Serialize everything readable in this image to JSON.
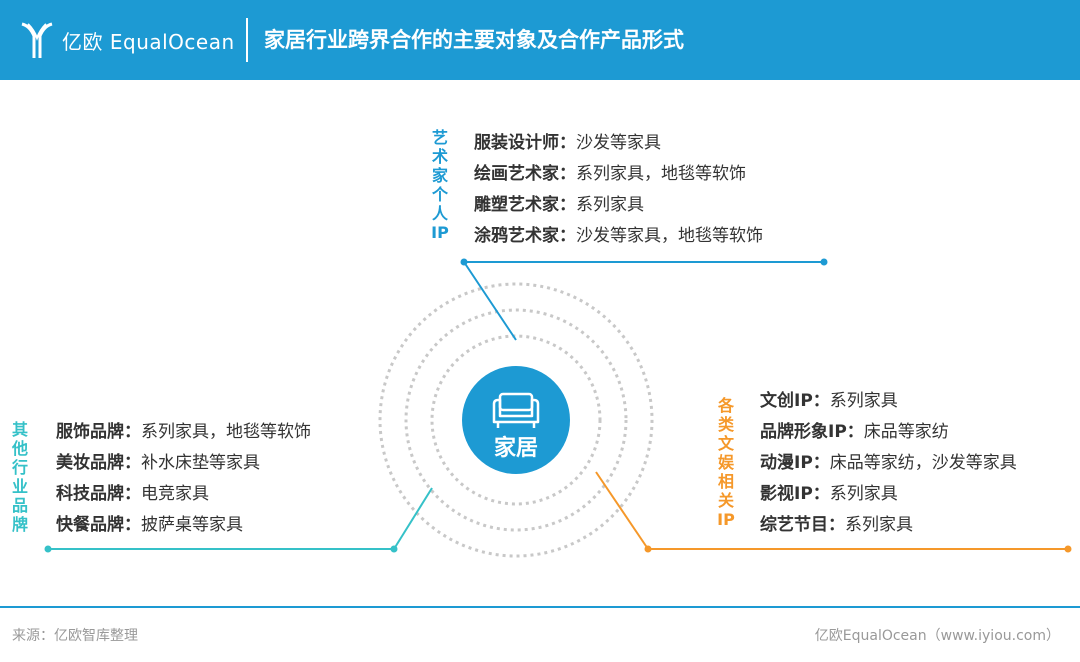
{
  "header": {
    "logo_text": "亿欧 EqualOcean",
    "title": "家居行业跨界合作的主要对象及合作产品形式"
  },
  "center": {
    "label": "家居"
  },
  "groups": {
    "artist": {
      "label": "艺术家个人IP",
      "items": [
        {
          "key": "服装设计师：",
          "value": "沙发等家具"
        },
        {
          "key": "绘画艺术家：",
          "value": "系列家具，地毯等软饰"
        },
        {
          "key": "雕塑艺术家：",
          "value": "系列家具"
        },
        {
          "key": "涂鸦艺术家：",
          "value": "沙发等家具，地毯等软饰"
        }
      ]
    },
    "industry": {
      "label": "其他行业品牌",
      "items": [
        {
          "key": "服饰品牌：",
          "value": "系列家具，地毯等软饰"
        },
        {
          "key": "美妆品牌：",
          "value": "补水床垫等家具"
        },
        {
          "key": "科技品牌：",
          "value": "电竞家具"
        },
        {
          "key": "快餐品牌：",
          "value": "披萨桌等家具"
        }
      ]
    },
    "entertainment": {
      "label": "各类文娱相关IP",
      "items": [
        {
          "key": "文创IP：",
          "value": "系列家具"
        },
        {
          "key": "品牌形象IP：",
          "value": "床品等家纺"
        },
        {
          "key": "动漫IP：",
          "value": "床品等家纺，沙发等家具"
        },
        {
          "key": "影视IP：",
          "value": "系列家具"
        },
        {
          "key": "综艺节目：",
          "value": "系列家具"
        }
      ]
    }
  },
  "colors": {
    "brand": "#1d9ad3",
    "artist": "#1d9ad3",
    "industry": "#35c1c8",
    "entertainment": "#f5982a",
    "rings": "#c8c8c8"
  },
  "footer": {
    "source": "来源：亿欧智库整理",
    "credit": "亿欧EqualOcean（www.iyiou.com）"
  }
}
